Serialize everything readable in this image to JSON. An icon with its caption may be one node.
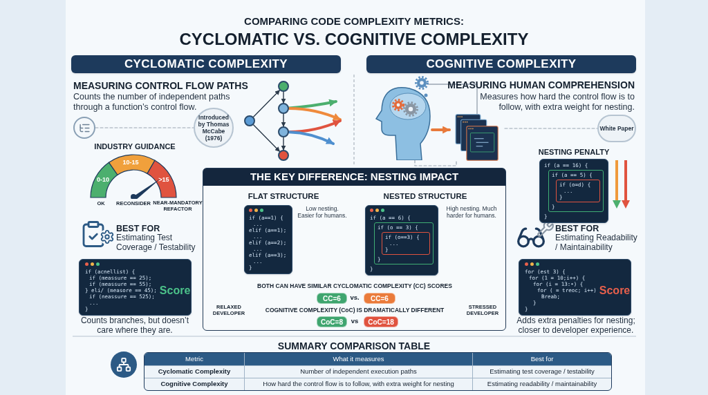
{
  "diagram": {
    "title": "COMPARING CODE COMPLEXITY METRICS: CYCLOMATIC VS. COGNITIVE COMPLEXITY",
    "nodes": [
      {
        "text": [
          "CYCLOMATIC COMPLEXITY"
        ]
      },
      {
        "text": [
          "COGNITIVE COMPLEXITY"
        ]
      },
      {
        "text": [],
        "shape": "circle"
      },
      {
        "text": [],
        "shape": "circle"
      },
      {
        "text": [],
        "shape": "circle"
      },
      {
        "text": [],
        "shape": "circle"
      },
      {
        "text": [],
        "shape": "circle"
      },
      {
        "text": [],
        "shape": "circle"
      },
      {
        "text": [
          "Introduced by Thomas McCabe (1976)"
        ]
      },
      {
        "text": [],
        "shape": "picture"
      },
      {
        "text": [],
        "shape": "picture"
      },
      {
        "text": [
          "White Paper"
        ]
      },
      {
        "text": [
          "if (a == 16) {",
          "}"
        ]
      },
      {
        "text": [
          "if (a == 5) {",
          "}"
        ],
        "in": 12
      },
      {
        "text": [
          "if (o=d) {",
          "...",
          "}"
        ],
        "in": 13
      },
      {
        "text": [
          "if (acnellist) {",
          "if (meassure == 25);",
          "if (meassure == 55);",
          "} eli/ (measore == 45);",
          "if (neassure == 525);",
          "...",
          "}",
          "Score"
        ]
      },
      {
        "text": [
          "THE KEY DIFFERENCE: NESTING IMPACT"
        ]
      },
      {
        "text": [
          "if (a==1) {",
          "...",
          "elif (a==1);",
          "...",
          "elif (a==2);",
          "...",
          "elif (a==3);",
          "...",
          "}"
        ],
        "in": 16
      },
      {
        "text": [
          "if (a == 6) {",
          "}"
        ],
        "in": 16
      },
      {
        "text": [
          "if (o == 3) {",
          "}"
        ],
        "in": 18
      },
      {
        "text": [
          "if (o==3) {",
          "...",
          "}"
        ],
        "in": 19
      },
      {
        "text": [
          "CC=6"
        ],
        "in": 16
      },
      {
        "text": [
          "CC=6"
        ],
        "in": 16
      },
      {
        "text": [
          "CoC=8"
        ],
        "in": 16
      },
      {
        "text": [
          "CoC=18"
        ],
        "in": 16
      },
      {
        "text": [
          "for (est 3) {",
          "for (1 = 10;i++) {",
          "for (i = 13:•) {",
          "for ( = treoc; i++)",
          "Breab;",
          "}",
          "}",
          "Score"
        ]
      }
    ],
    "edges": [
      {
        "from": 2,
        "to": 3,
        "arrow": "to"
      },
      {
        "from": 2,
        "to": 6,
        "arrow": "to"
      },
      {
        "from": 3,
        "to": 4,
        "arrow": "to"
      },
      {
        "from": 4,
        "to": 5,
        "arrow": "to"
      },
      {
        "from": 5,
        "to": 6,
        "arrow": "to"
      },
      {
        "from": 4,
        "to": null,
        "arrow": "to",
        "style": "thick",
        "color": "#4caf6e"
      },
      {
        "from": 4,
        "to": null,
        "arrow": "to",
        "style": "thick",
        "color": "#ef8a3c"
      },
      {
        "from": 5,
        "to": null,
        "arrow": "to",
        "style": "thick",
        "color": "#e0533f"
      },
      {
        "from": 5,
        "to": null,
        "arrow": "to",
        "style": "thick",
        "color": "#4f8fcf"
      },
      {
        "from": 7,
        "to": 8,
        "arrow": "none",
        "style": "dashed",
        "color": "#9aa5b1"
      },
      {
        "from": 9,
        "to": 10,
        "arrow": "to",
        "style": "thick",
        "color": "#e8793a"
      },
      {
        "from": 9,
        "to": 10,
        "arrow": "none",
        "style": "dashed",
        "color": "#9aa5b1"
      },
      {
        "from": 9,
        "to": 10,
        "arrow": "none",
        "color": "#9aa5b1"
      },
      {
        "from": 10,
        "to": 11,
        "arrow": "none",
        "style": "dashed",
        "color": "#9aa5b1"
      }
    ],
    "labels": [
      "MEASURING CONTROL FLOW PATHS",
      "Counts the number of independent paths through a function’s control flow.",
      "INDUSTRY GUIDANCE",
      "0-10",
      "10-15",
      ">15",
      "OK",
      "RECONSIDER",
      "NEAR-MANDATORY REFACTOR",
      "BEST FOR",
      "Estimating Test Coverage / Testability",
      "Counts branches, but doesn’t care where they are.",
      "MEASURING HUMAN COMPREHENSION",
      "Measures how hard the control flow is to follow, with extra weight for nesting.",
      "NESTING PENALTY",
      "BEST FOR",
      "Estimating Readability / Maintainability",
      "Adds extra penalties for nesting; closer to developer experience.",
      "FLAT STRUCTURE",
      "Low nesting. Easier for humans.",
      "NESTED STRUCTURE",
      "High nesting. Much harder for humans.",
      "BOTH CAN HAVE SIMILAR CYCLOMATIC COMPLEXITY (CC) SCORES",
      "vs.",
      "COGNITIVE COMPLEXITY (CoC) IS DRAMATICALLY DIFFERENT",
      "vs",
      "RELAXED DEVELOPER",
      "STRESSED DEVELOPER",
      "SUMMARY COMPARISON TABLE",
      "Metric",
      "What it measures",
      "Best for",
      "Cyclomatic Complexity",
      "Number of independent execution paths",
      "Estimating test coverage / testability",
      "Cognitive Complexity",
      "How hard the control flow is to follow, with extra weight for nesting",
      "Estimating readability / maintainability"
    ]
  }
}
